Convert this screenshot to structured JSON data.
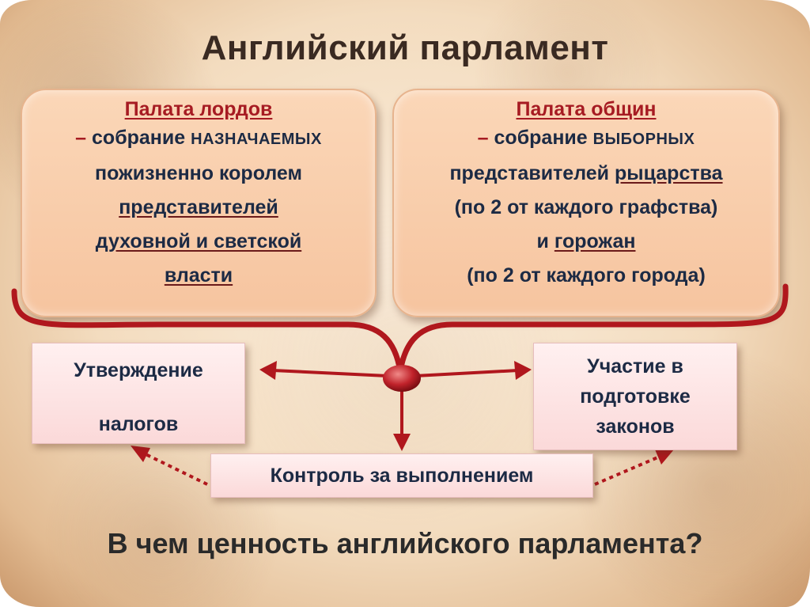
{
  "title": "Английский парламент",
  "lords": {
    "heading": "Палата лордов",
    "dash": "–",
    "line1_a": "собрание",
    "line1_b": "НАЗНАЧАЕМЫХ",
    "line2": "пожизненно королем",
    "line3": "представителей",
    "line4": "духовной и светской",
    "line5": "власти"
  },
  "commons": {
    "heading": "Палата общин",
    "dash": "–",
    "line1_a": "собрание",
    "line1_b": "ВЫБОРНЫХ",
    "line2_a": "представителей",
    "line2_b": "рыцарства",
    "line3": "(по 2 от каждого графства)",
    "line4_a": "и",
    "line4_b": "горожан",
    "line5": "(по 2 от каждого города)"
  },
  "functions": {
    "taxes_1": "Утверждение",
    "taxes_2": "налогов",
    "laws_1": "Участие в",
    "laws_2": "подготовке",
    "laws_3": "законов",
    "control": "Контроль за выполнением"
  },
  "question": "В чем ценность английского парламента?",
  "colors": {
    "accent_red": "#b0171d",
    "house_fill": "#f6c49f",
    "box_fill": "#fbd9d9",
    "text_dark": "#1c2a44"
  }
}
